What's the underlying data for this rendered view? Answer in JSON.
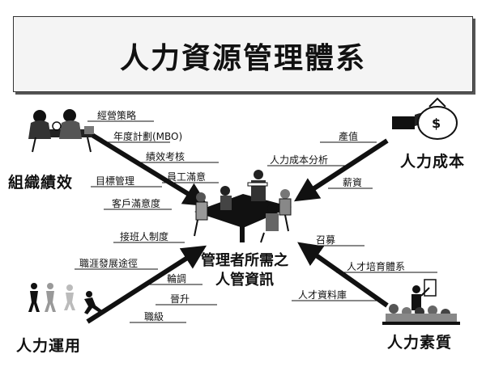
{
  "title": "人力資源管理體系",
  "center": {
    "line1": "管理者所需之",
    "line2": "人管資訊"
  },
  "quadrants": {
    "top_left": {
      "heading": "組織績效",
      "items": [
        "經營策略",
        "年度計劃(MBO)",
        "績效考核",
        "員工滿意",
        "目標管理",
        "客戶滿意度"
      ]
    },
    "top_right": {
      "heading": "人力成本",
      "items": [
        "產值",
        "人力成本分析",
        "薪資"
      ]
    },
    "bottom_left": {
      "heading": "人力運用",
      "items": [
        "接班人制度",
        "職涯發展途徑",
        "輪調",
        "晉升",
        "職級"
      ]
    },
    "bottom_right": {
      "heading": "人力素質",
      "items": [
        "召募",
        "人才培育體系",
        "人才資料庫"
      ]
    }
  }
}
